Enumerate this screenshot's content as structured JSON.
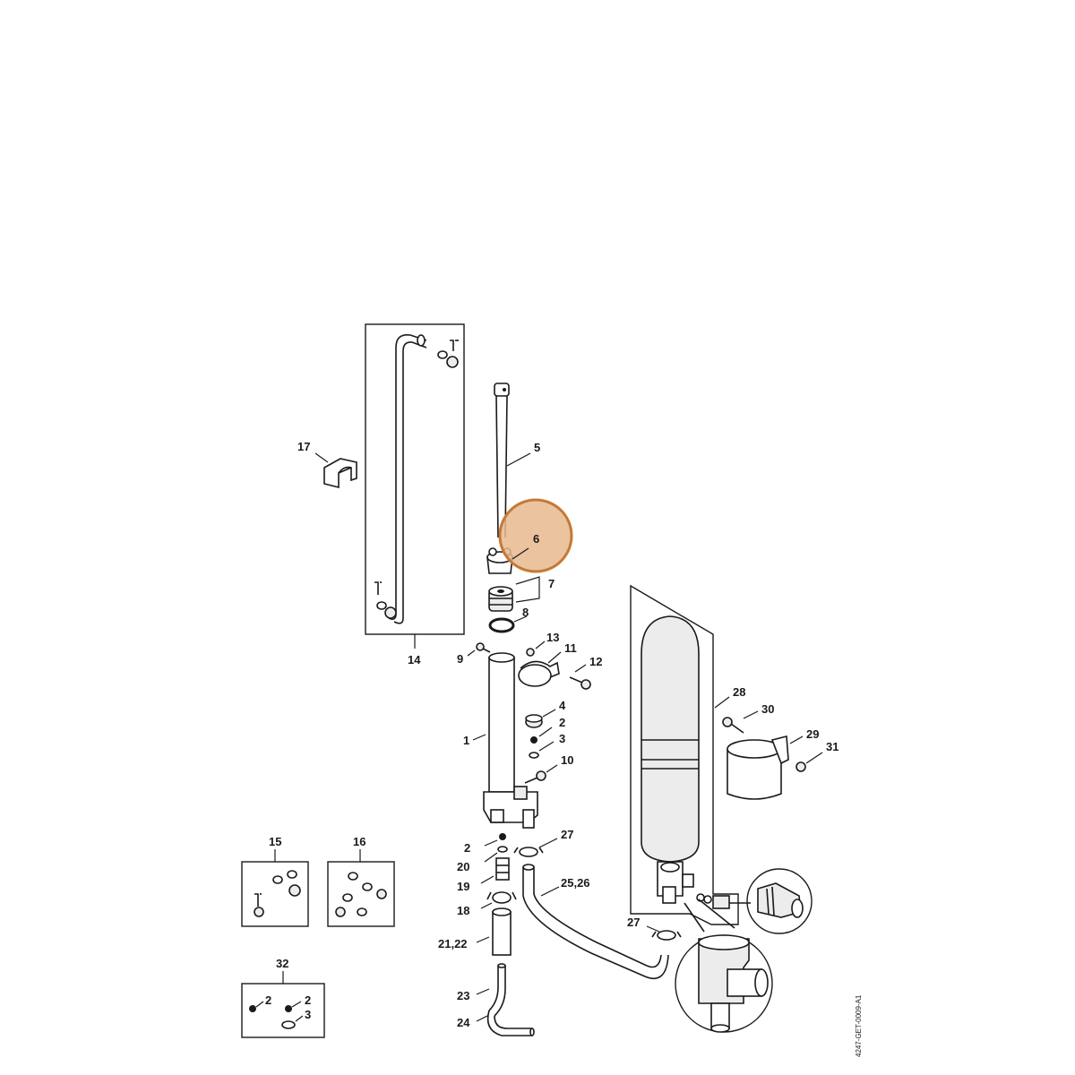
{
  "diagram": {
    "highlight_color": "#e8b88d",
    "highlight_stroke": "#c47a36",
    "highlighted_part": "6",
    "labels": {
      "p1": "1",
      "p2a": "2",
      "p2b": "2",
      "p2c": "2",
      "p2d": "2",
      "p3a": "3",
      "p3b": "3",
      "p4": "4",
      "p5": "5",
      "p6": "6",
      "p7": "7",
      "p8": "8",
      "p9": "9",
      "p10": "10",
      "p11": "11",
      "p12": "12",
      "p13": "13",
      "p14": "14",
      "p15": "15",
      "p16": "16",
      "p17": "17",
      "p18": "18",
      "p19": "19",
      "p20": "20",
      "p2122": "21,22",
      "p23": "23",
      "p24": "24",
      "p2526": "25,26",
      "p27a": "27",
      "p27b": "27",
      "p28": "28",
      "p29": "29",
      "p30": "30",
      "p31": "31",
      "p32": "32"
    },
    "reference_code": "4247-GET-0009-A1"
  }
}
